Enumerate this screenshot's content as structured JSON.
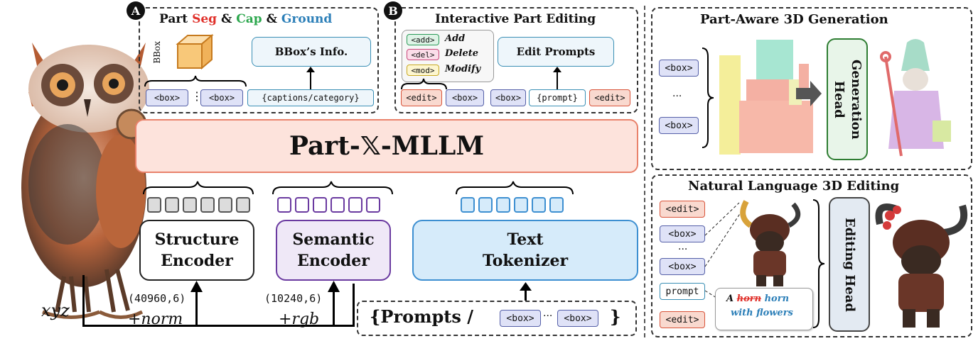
{
  "panel_a": {
    "badge": "A",
    "title_part": "Part ",
    "title_seg": "Seg",
    "title_amp1": " & ",
    "title_cap": "Cap",
    "title_amp2": " & ",
    "title_ground": "Ground",
    "bbox_label": "BBox",
    "info_box": "BBox’s Info.",
    "token_box": "<box>",
    "colon": "⋮",
    "captions": "{captions/category}"
  },
  "panel_b": {
    "badge": "B",
    "title": "Interactive Part Editing",
    "ops": [
      {
        "tag": "<add>",
        "label": "Add"
      },
      {
        "tag": "<del>",
        "label": "Delete"
      },
      {
        "tag": "<mod>",
        "label": "Modify"
      }
    ],
    "edit_prompts": "Edit Prompts",
    "token_edit": "<edit>",
    "token_box": "<box>",
    "colon": "⋮",
    "token_prompt": "{prompt}"
  },
  "mllm": {
    "prefix": "Part-",
    "x": "𝕏",
    "suffix": "-MLLM"
  },
  "encoders": {
    "structure": "Structure Encoder",
    "semantic": "Semantic Encoder",
    "text": "Text Tokenizer"
  },
  "inputs": {
    "xyz": "xyz",
    "shape1": "(40960,6)",
    "norm": "+norm",
    "shape2": "(10240,6)",
    "rgb": "+rgb"
  },
  "prompts_bar": {
    "open": "{Prompts /",
    "token_box": "<box>",
    "ellipsis": "···",
    "close": "}"
  },
  "generation": {
    "title": "Part-Aware 3D Generation",
    "token_box": "<box>",
    "ellipsis": "···",
    "head": "Generation Head"
  },
  "editing": {
    "title": "Natural Language 3D Editing",
    "token_edit": "<edit>",
    "token_box": "<box>",
    "ellipsis": "···",
    "token_prompt": "prompt",
    "bubble_a": "A",
    "bubble_struck": "horn",
    "bubble_horn": "horn",
    "bubble_flowers": "with flowers",
    "head": "Editing Head"
  },
  "colors": {
    "seg": "#e0302a",
    "cap": "#2ea84f",
    "ground": "#2c7fb8",
    "mllm_fill": "#fde3dc",
    "mllm_border": "#e9826b",
    "semantic_border": "#6a3aa0",
    "text_fill": "#d6ebfa",
    "text_border": "#3d8fd1",
    "gen_head_fill": "#e8f5e9",
    "gen_head_border": "#2e7d32",
    "edit_head_fill": "#e3eaf2",
    "edit_head_border": "#444444"
  }
}
